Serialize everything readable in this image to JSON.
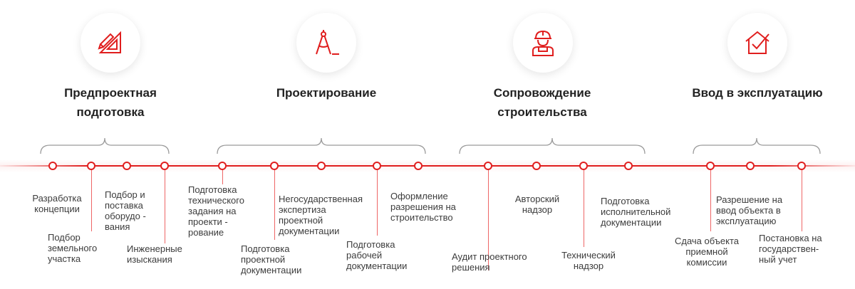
{
  "stages": [
    {
      "icon": "ruler-pencil-icon",
      "title": "Предпроектная\nподготовка"
    },
    {
      "icon": "compass-icon",
      "title": "Проектирование"
    },
    {
      "icon": "builder-icon",
      "title": "Сопровождение\nстроительства"
    },
    {
      "icon": "house-check-icon",
      "title": "Ввод в эксплуатацию"
    }
  ],
  "steps": [
    "Разработка\nконцепции",
    "Подбор\nземельного\nучастка",
    "Подбор и\nпоставка\nоборудо -\nвания",
    "Инженерные\nизыскания",
    "Подготовка\nтехнического\nзадания на\nпроекти -\nрование",
    "Подготовка\nпроектной\nдокументации",
    "Негосударственная\nэкспертиза\nпроектной\nдокументации",
    "Подготовка\nрабочей\nдокументации",
    "Оформление\nразрешения на\nстроительство",
    "Аудит проектного\nрешения",
    "Авторский\nнадзор",
    "Технический\nнадзор",
    "Подготовка\nисполнительной\nдокументации",
    "Сдача объекта\nприемной\nкомиссии",
    "Разрешение на\nввод объекта в\nэксплуатацию",
    "Постановка на\nгосударствен-\nный учет"
  ],
  "colors": {
    "accent": "#e01e1e",
    "text": "#3c3c3c",
    "title": "#222222",
    "brace": "#9a9a9a"
  }
}
